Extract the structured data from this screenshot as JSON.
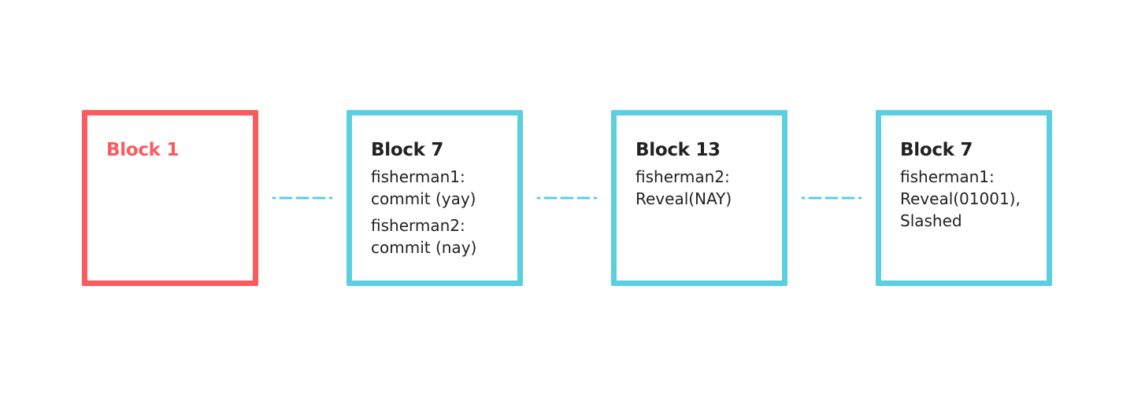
{
  "colors": {
    "first_block": "#fb5a5f",
    "other_blocks": "#5bcfe0",
    "connector": "#5bcfe0"
  },
  "blocks": [
    {
      "title": "Block 1",
      "entries": []
    },
    {
      "title": "Block 7",
      "entries": [
        {
          "lines": [
            "fisherman1:",
            "commit (yay)"
          ]
        },
        {
          "lines": [
            "fisherman2:",
            "commit (nay)"
          ]
        }
      ]
    },
    {
      "title": "Block 13",
      "entries": [
        {
          "lines": [
            "fisherman2:",
            "Reveal(NAY)"
          ]
        }
      ]
    },
    {
      "title": "Block 7",
      "entries": [
        {
          "lines": [
            "fisherman1:",
            "Reveal(01001),",
            "Slashed"
          ]
        }
      ]
    }
  ]
}
